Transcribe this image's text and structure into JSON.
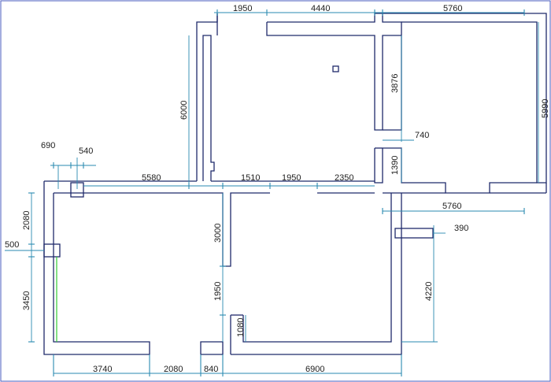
{
  "dimensions": {
    "top_1950": "1950",
    "top_4440": "4440",
    "top_5760": "5760",
    "right_5990": "5990",
    "inner_3876": "3876",
    "inner_740": "740",
    "inner_1390": "1390",
    "mid_5760": "5760",
    "right_390": "390",
    "right_4220": "4220",
    "left_6000": "6000",
    "left_690": "690",
    "left_540": "540",
    "mid_5580": "5580",
    "mid_1510": "1510",
    "mid_1950": "1950",
    "mid_2350": "2350",
    "left_2080": "2080",
    "left_500": "500",
    "left_3450": "3450",
    "inner_3000": "3000",
    "inner_1950": "1950",
    "inner_1080": "1080",
    "bot_3740": "3740",
    "bot_2080": "2080",
    "bot_840": "840",
    "bot_6900": "6900"
  },
  "colors": {
    "wall": "#2f3f8f",
    "dimension_line": "#2a8ab0",
    "text": "#1d1d1d",
    "accent_green": "#33cc33"
  }
}
